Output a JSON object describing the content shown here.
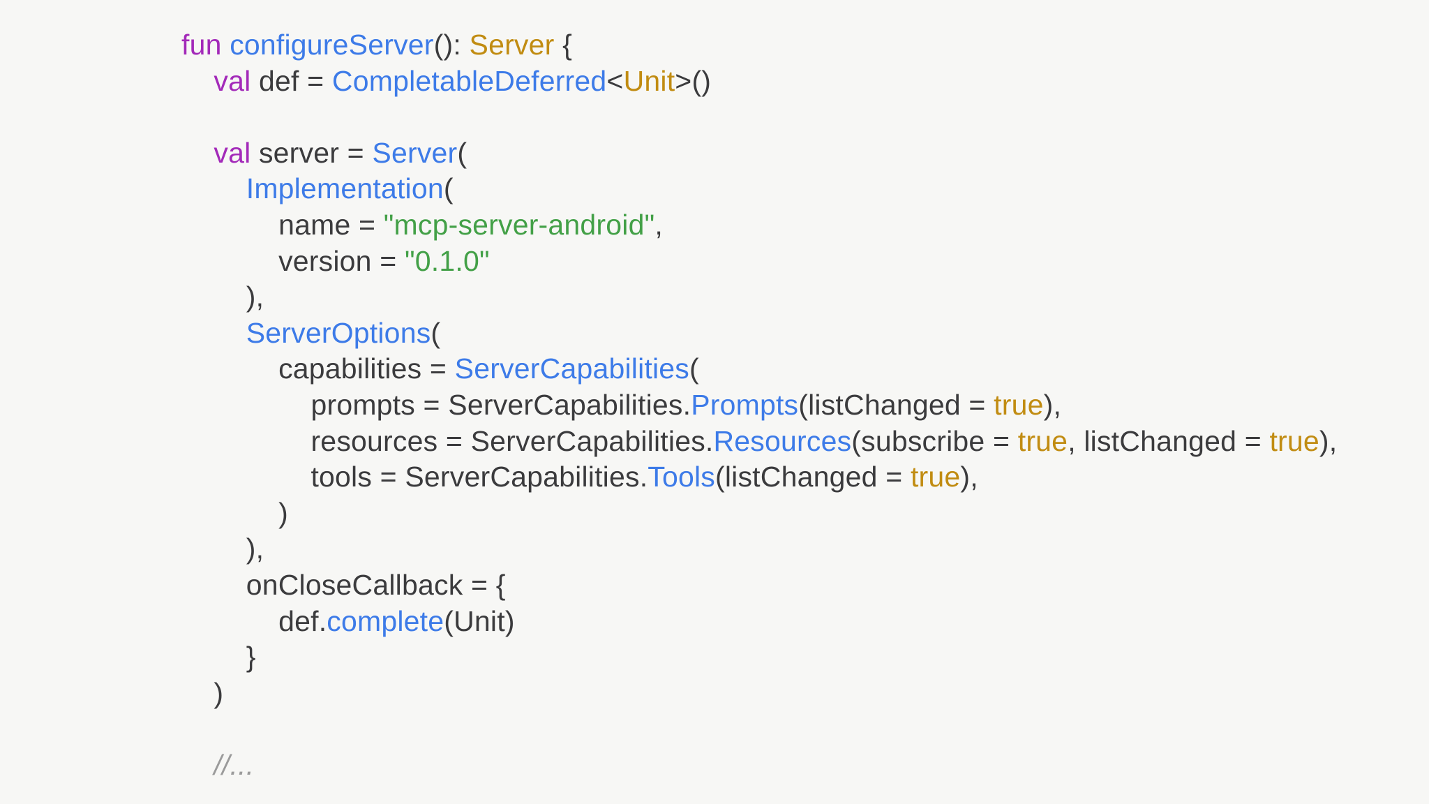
{
  "page": {
    "background": "#f7f7f5"
  },
  "syntax_colors": {
    "plain": "#3b3b3d",
    "keyword": "#a32ab9",
    "call": "#3d7be8",
    "type": "#c18c12",
    "string": "#43a047",
    "comment": "#9b9b9b"
  },
  "code_block": {
    "lines": [
      {
        "segments": [
          [
            "keyword",
            "fun"
          ],
          [
            "plain",
            " "
          ],
          [
            "call",
            "configureServer"
          ],
          [
            "plain",
            "(): "
          ],
          [
            "type",
            "Server"
          ],
          [
            "plain",
            " {"
          ]
        ]
      },
      {
        "segments": [
          [
            "plain",
            "    "
          ],
          [
            "keyword",
            "val"
          ],
          [
            "plain",
            " def = "
          ],
          [
            "call",
            "CompletableDeferred"
          ],
          [
            "plain",
            "<"
          ],
          [
            "type",
            "Unit"
          ],
          [
            "plain",
            ">()"
          ]
        ]
      },
      {
        "segments": []
      },
      {
        "segments": [
          [
            "plain",
            "    "
          ],
          [
            "keyword",
            "val"
          ],
          [
            "plain",
            " server = "
          ],
          [
            "call",
            "Server"
          ],
          [
            "plain",
            "("
          ]
        ]
      },
      {
        "segments": [
          [
            "plain",
            "        "
          ],
          [
            "call",
            "Implementation"
          ],
          [
            "plain",
            "("
          ]
        ]
      },
      {
        "segments": [
          [
            "plain",
            "            name = "
          ],
          [
            "string",
            "\"mcp-server-android\""
          ],
          [
            "plain",
            ","
          ]
        ]
      },
      {
        "segments": [
          [
            "plain",
            "            version = "
          ],
          [
            "string",
            "\"0.1.0\""
          ]
        ]
      },
      {
        "segments": [
          [
            "plain",
            "        ),"
          ]
        ]
      },
      {
        "segments": [
          [
            "plain",
            "        "
          ],
          [
            "call",
            "ServerOptions"
          ],
          [
            "plain",
            "("
          ]
        ]
      },
      {
        "segments": [
          [
            "plain",
            "            capabilities = "
          ],
          [
            "call",
            "ServerCapabilities"
          ],
          [
            "plain",
            "("
          ]
        ]
      },
      {
        "segments": [
          [
            "plain",
            "                prompts = ServerCapabilities."
          ],
          [
            "call",
            "Prompts"
          ],
          [
            "plain",
            "(listChanged = "
          ],
          [
            "type",
            "true"
          ],
          [
            "plain",
            "),"
          ]
        ]
      },
      {
        "segments": [
          [
            "plain",
            "                resources = ServerCapabilities."
          ],
          [
            "call",
            "Resources"
          ],
          [
            "plain",
            "(subscribe = "
          ],
          [
            "type",
            "true"
          ],
          [
            "plain",
            ", listChanged = "
          ],
          [
            "type",
            "true"
          ],
          [
            "plain",
            "),"
          ]
        ]
      },
      {
        "segments": [
          [
            "plain",
            "                tools = ServerCapabilities."
          ],
          [
            "call",
            "Tools"
          ],
          [
            "plain",
            "(listChanged = "
          ],
          [
            "type",
            "true"
          ],
          [
            "plain",
            "),"
          ]
        ]
      },
      {
        "segments": [
          [
            "plain",
            "            )"
          ]
        ]
      },
      {
        "segments": [
          [
            "plain",
            "        ),"
          ]
        ]
      },
      {
        "segments": [
          [
            "plain",
            "        onCloseCallback = {"
          ]
        ]
      },
      {
        "segments": [
          [
            "plain",
            "            def."
          ],
          [
            "call",
            "complete"
          ],
          [
            "plain",
            "(Unit)"
          ]
        ]
      },
      {
        "segments": [
          [
            "plain",
            "        }"
          ]
        ]
      },
      {
        "segments": [
          [
            "plain",
            "    )"
          ]
        ]
      },
      {
        "segments": []
      },
      {
        "segments": [
          [
            "comment",
            "    //..."
          ]
        ]
      }
    ]
  }
}
